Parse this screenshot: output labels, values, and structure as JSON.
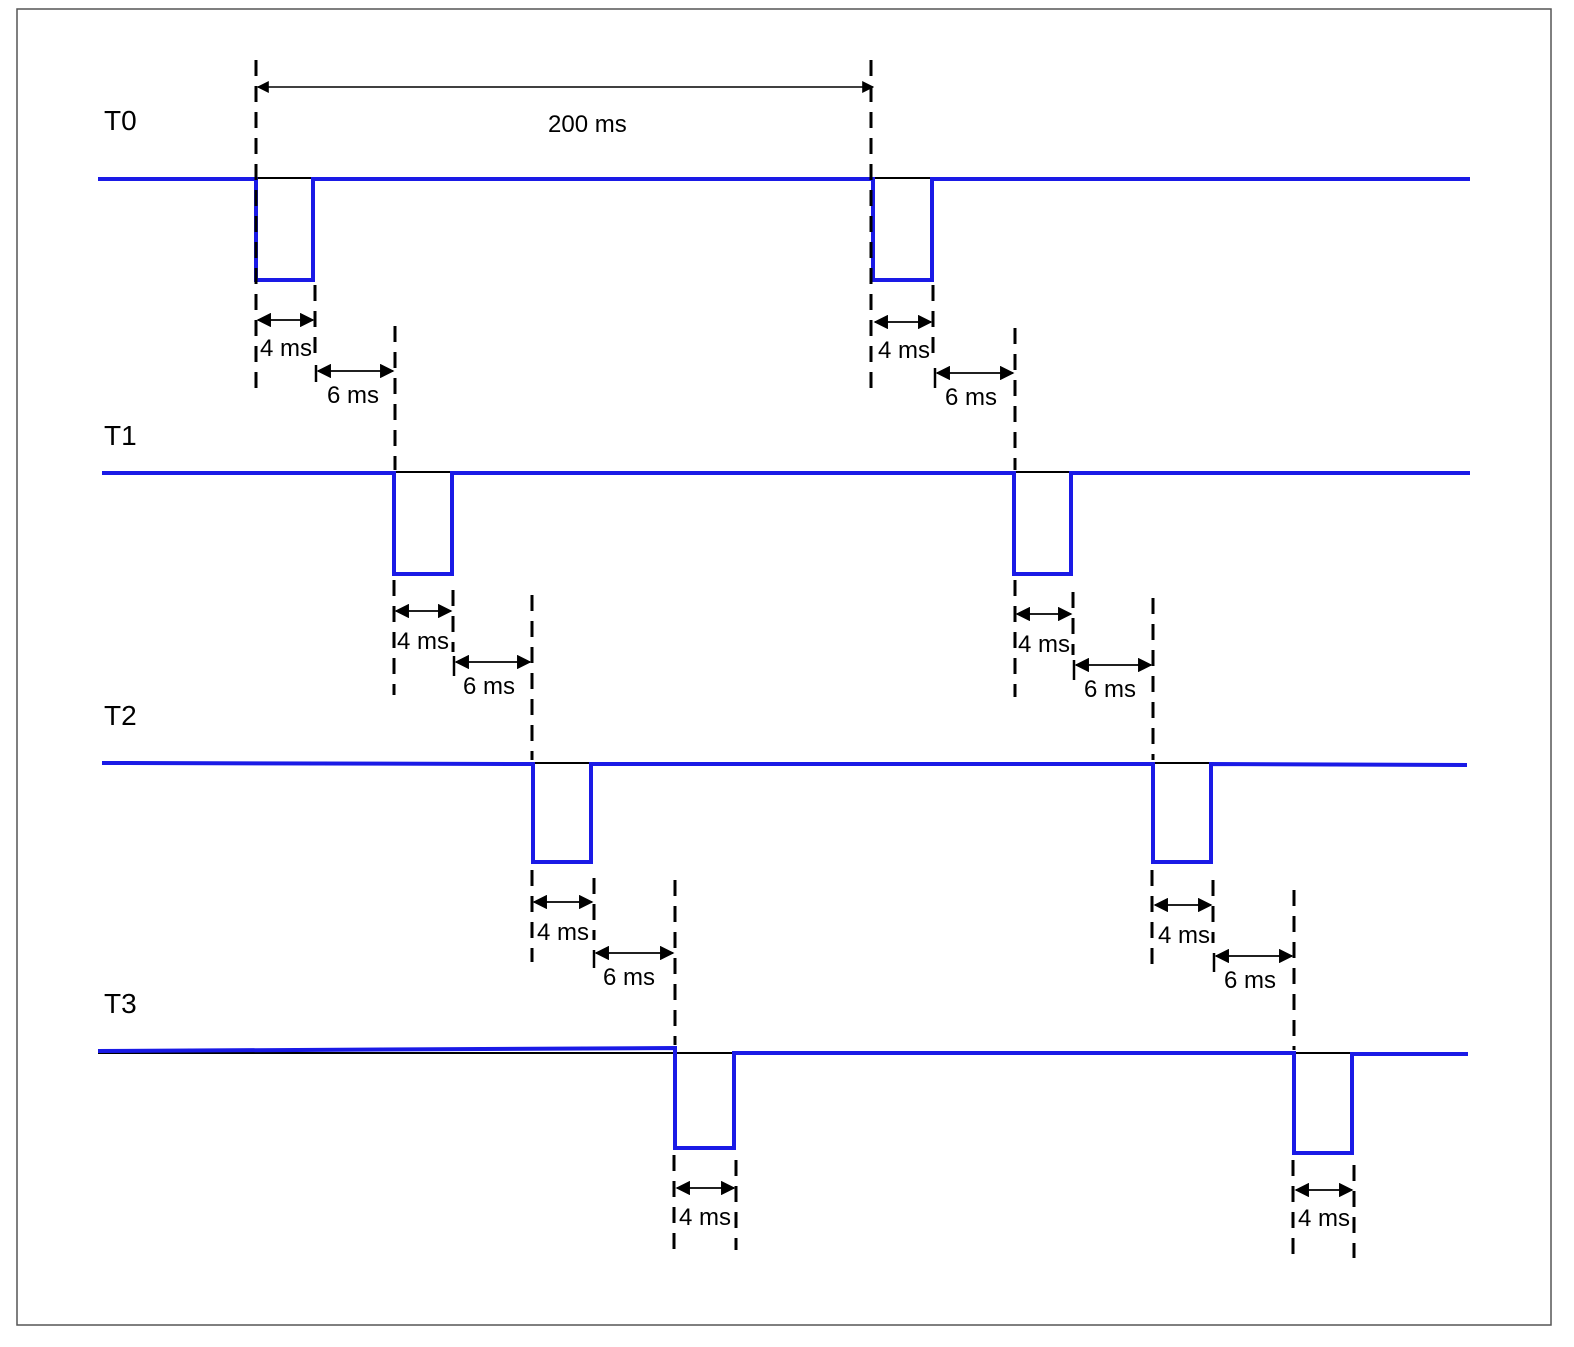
{
  "colors": {
    "signal": "#1a1ae6",
    "line": "#000000",
    "border": "#555555",
    "background": "#ffffff"
  },
  "channels": [
    {
      "label": "T0"
    },
    {
      "label": "T1"
    },
    {
      "label": "T2"
    },
    {
      "label": "T3"
    }
  ],
  "period_label": "200 ms",
  "pulse_width_label": "4 ms",
  "gap_label": "6 ms"
}
